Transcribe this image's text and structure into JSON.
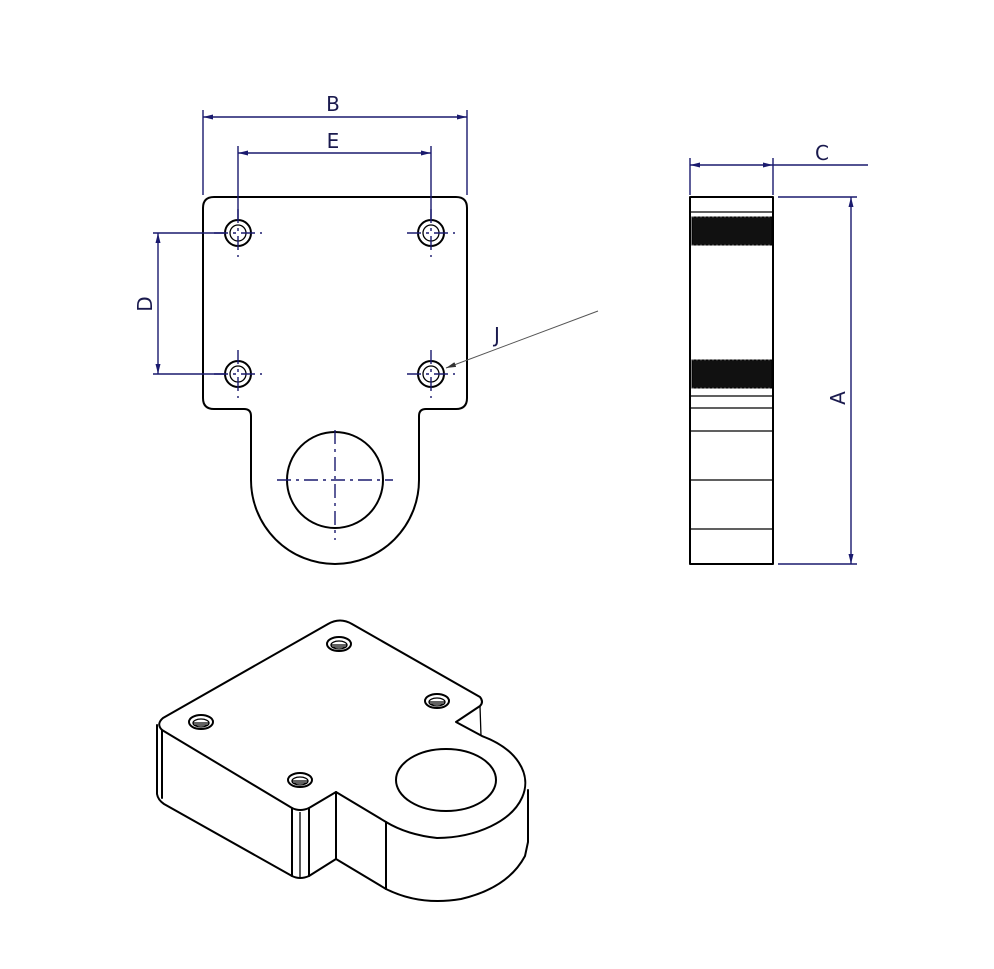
{
  "drawing": {
    "dimensions": {
      "a": "A",
      "b": "B",
      "c": "C",
      "d": "D",
      "e": "E",
      "j": "J"
    },
    "colors": {
      "dimension_line": "#1a1a6e",
      "object_line": "#000000",
      "background": "#ffffff"
    }
  }
}
